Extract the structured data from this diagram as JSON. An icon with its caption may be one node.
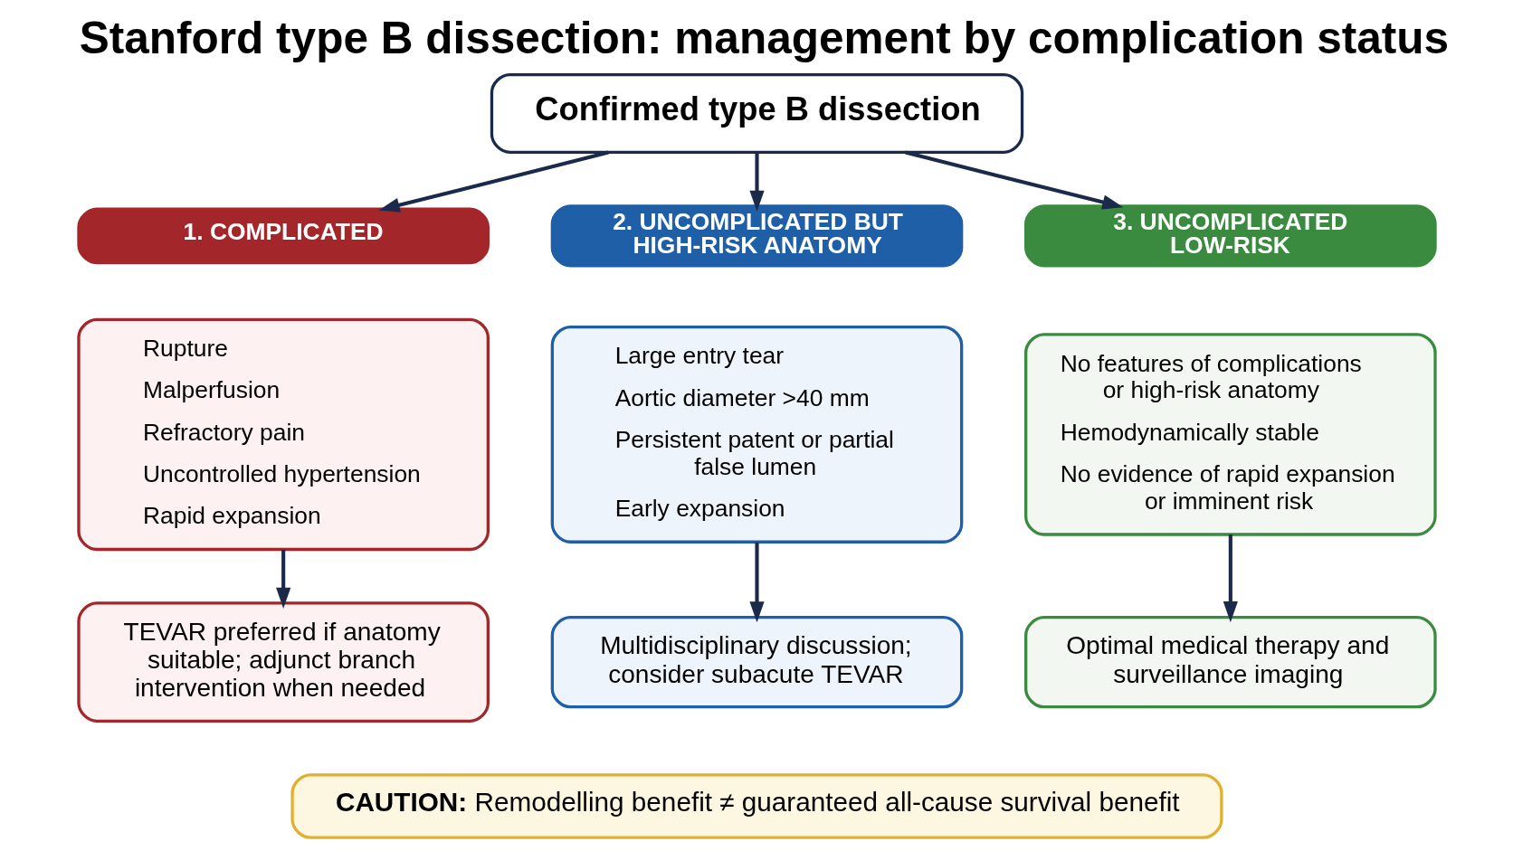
{
  "diagram": {
    "title": "Stanford type B dissection: management by complication status",
    "nodes": [
      {
        "text": [
          "Confirmed type B dissection"
        ]
      },
      {
        "text": [
          "1. COMPLICATED"
        ]
      },
      {
        "text": [
          "Rupture",
          "Malperfusion",
          "Refractory pain",
          "Uncontrolled hypertension",
          "Rapid expansion"
        ]
      },
      {
        "text": [
          "TEVAR preferred if anatomy suitable; adjunct branch intervention when needed"
        ]
      },
      {
        "text": [
          "2. UNCOMPLICATED BUT HIGH-RISK ANATOMY"
        ]
      },
      {
        "text": [
          "Large entry tear",
          "Aortic diameter >40 mm",
          "Persistent patent or partial false lumen",
          "Early expansion"
        ]
      },
      {
        "text": [
          "Multidisciplinary discussion; consider subacute TEVAR"
        ]
      },
      {
        "text": [
          "3. UNCOMPLICATED LOW-RISK"
        ]
      },
      {
        "text": [
          "No features of complications or high-risk anatomy",
          "Hemodynamically stable",
          "No evidence of rapid expansion or imminent risk"
        ]
      },
      {
        "text": [
          "Optimal medical therapy and surveillance imaging"
        ]
      },
      {
        "text": [
          "CAUTION:",
          "Remodelling benefit ≠ guaranteed all-cause survival benefit"
        ]
      }
    ],
    "edges": [
      {
        "from": 0,
        "to": 1,
        "arrow": "to"
      },
      {
        "from": 0,
        "to": 4,
        "arrow": "to"
      },
      {
        "from": 0,
        "to": 7,
        "arrow": "to"
      },
      {
        "from": 2,
        "to": 3,
        "arrow": "to"
      },
      {
        "from": 5,
        "to": 6,
        "arrow": "to"
      },
      {
        "from": 8,
        "to": 9,
        "arrow": "to"
      }
    ]
  }
}
